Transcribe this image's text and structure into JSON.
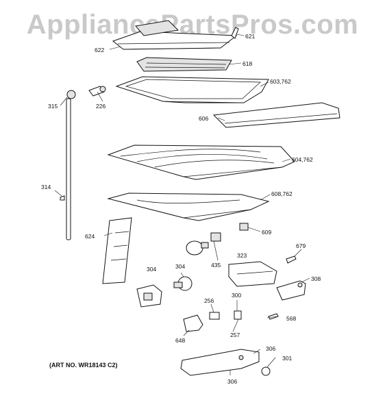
{
  "watermark": "AppliancePartsPros.com",
  "art_number": "(ART NO. WR18143 C2)",
  "callouts": {
    "p622": "622",
    "p621": "621",
    "p618": "618",
    "p603": "603,762",
    "p315": "315",
    "p226": "226",
    "p606": "606",
    "p604": "604,762",
    "p314": "314",
    "p608": "608,762",
    "p609": "609",
    "p624": "624",
    "p679": "679",
    "p323": "323",
    "p435": "435",
    "p308": "308",
    "p304a": "304",
    "p304b": "304",
    "p256": "256",
    "p300": "300",
    "p568": "568",
    "p257": "257",
    "p648": "648",
    "p306a": "306",
    "p301": "301",
    "p306b": "306"
  }
}
